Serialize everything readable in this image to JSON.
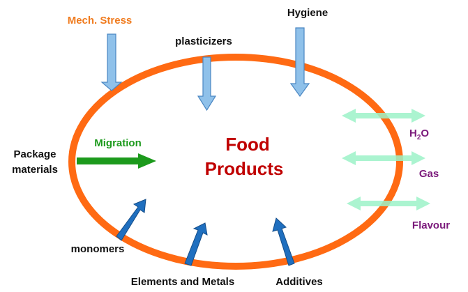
{
  "diagram": {
    "center_title_line1": "Food",
    "center_title_line2": "Products",
    "labels": {
      "mech_stress": "Mech. Stress",
      "hygiene": "Hygiene",
      "plasticizers": "plasticizers",
      "migration": "Migration",
      "package_line1": "Package",
      "package_line2": "materials",
      "monomers": "monomers",
      "elements_metals": "Elements and Metals",
      "additives": "Additives",
      "h2o_base": "H",
      "h2o_sub": "2",
      "h2o_tail": "O",
      "gas": "Gas",
      "flavour": "Flavour"
    },
    "colors": {
      "ellipse": "#ff6a13",
      "title": "#c00000",
      "mech_stress": "#f07b1e",
      "migration": "#1c9a1c",
      "exchange_labels": "#7b1a7b",
      "down_arrows": "#8fc1ea",
      "up_arrows": "#1f6fbf",
      "exchange_arrows": "#9cf2c8"
    }
  }
}
